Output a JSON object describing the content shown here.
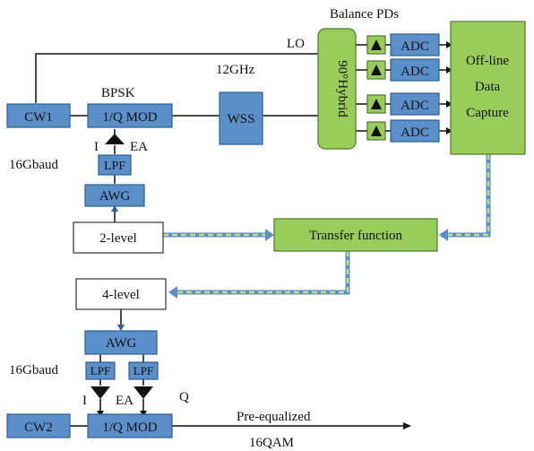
{
  "top": {
    "lo_label": "LO",
    "balance_pds_label": "Balance PDs",
    "hybrid_label": "90°Hybrid",
    "adc_labels": [
      "ADC",
      "ADC",
      "ADC",
      "ADC"
    ],
    "capture_lines": [
      "Off-line",
      "Data",
      "Capture"
    ],
    "wss_label": "WSS",
    "wss_freq": "12GHz",
    "cw1_label": "CW1",
    "mod_label": "1/Q MOD",
    "format_label": "BPSK",
    "i_label": "I",
    "ea_label": "EA",
    "baud_label": "16Gbaud",
    "lpf_label": "LPF",
    "awg_label": "AWG"
  },
  "middle": {
    "two_level_label": "2-level",
    "transfer_label": "Transfer function",
    "four_level_label": "4-level"
  },
  "bottom": {
    "awg_label": "AWG",
    "baud_label": "16Gbaud",
    "lpf_labels": [
      "LPF",
      "LPF"
    ],
    "i_label": "I",
    "ea_label": "EA",
    "q_label": "Q",
    "cw2_label": "CW2",
    "mod_label": "1/Q MOD",
    "output_line1": "Pre-equalized",
    "output_line2": "16QAM"
  },
  "colors": {
    "component_blue": "#5B8FC9",
    "processing_green": "#9ACC5C",
    "feedback_dash": "#C9DD8A"
  }
}
